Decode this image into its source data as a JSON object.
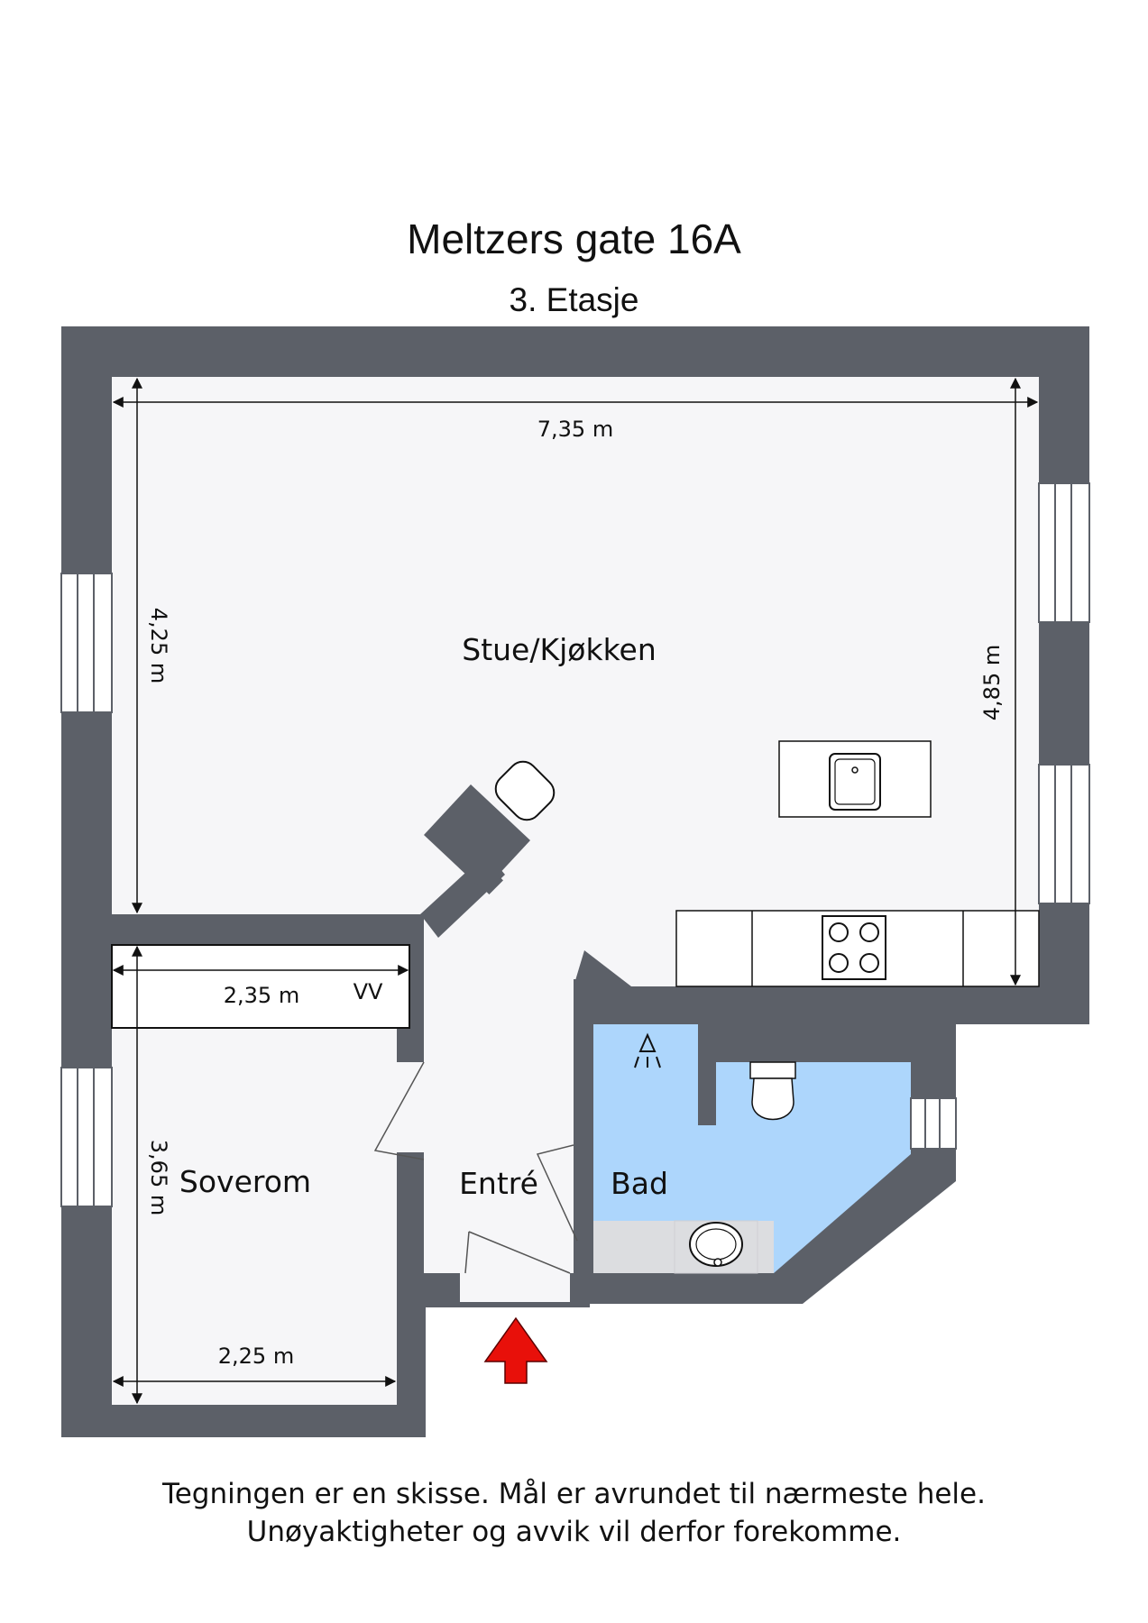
{
  "header": {
    "title": "Meltzers gate 16A",
    "subtitle": "3. Etasje"
  },
  "rooms": {
    "living_kitchen": "Stue/Kjøkken",
    "bedroom": "Soverom",
    "entrance": "Entré",
    "bathroom": "Bad",
    "wardrobe": "VV"
  },
  "dimensions": {
    "living_width": "7,35 m",
    "living_left_height": "4,25 m",
    "living_right_height": "4,85 m",
    "wardrobe_width": "2,35 m",
    "bedroom_height": "3,65 m",
    "bedroom_width": "2,25 m"
  },
  "colors": {
    "wall": "#5c6068",
    "floor": "#f6f6f8",
    "bathroom": "#add6fc",
    "entry_arrow": "#e8100a"
  },
  "footer": {
    "line1": "Tegningen er en skisse. Mål er avrundet til nærmeste hele.",
    "line2": "Unøyaktigheter og avvik vil derfor forekomme."
  }
}
